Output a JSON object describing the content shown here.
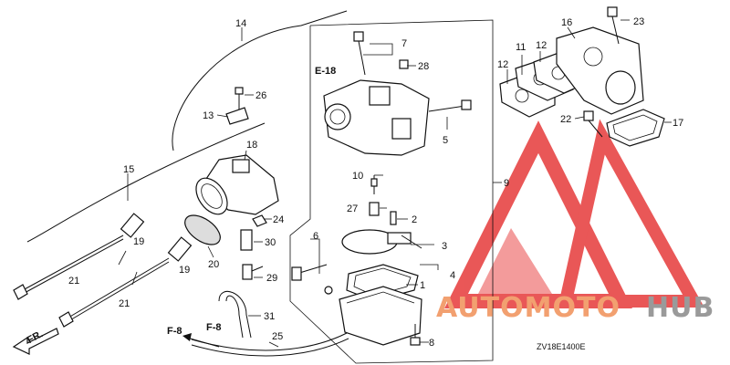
{
  "watermark": {
    "text_orange": "AUTOMOTO",
    "text_gray": "HUB",
    "logo": "triangle-m-logo",
    "colors": {
      "orange": "#f2a070",
      "logo_red": "#e63a3a",
      "gray": "#9a9a9a"
    }
  },
  "labels": {
    "p1": "1",
    "p2": "2",
    "p3": "3",
    "p4": "4",
    "p5": "5",
    "p6": "6",
    "p7": "7",
    "p8": "8",
    "p9": "9",
    "p11": "11",
    "p12a": "12",
    "p12b": "12",
    "p13": "13",
    "p14": "14",
    "p15": "15",
    "p16": "16",
    "p17": "17",
    "p18": "18",
    "p19a": "19",
    "p19b": "19",
    "p20": "20",
    "p21a": "21",
    "p21b": "21",
    "p22": "22",
    "p23": "23",
    "p24": "24",
    "p25": "25",
    "p26": "26",
    "p27": "27",
    "p28": "28",
    "p29": "29",
    "p30": "30",
    "p31": "31",
    "p10": "10"
  },
  "refs": {
    "e18": "E-18",
    "f8a": "F-8",
    "f8b": "F-8",
    "fr": "FR."
  },
  "diagram_code": "ZV18E1400E"
}
